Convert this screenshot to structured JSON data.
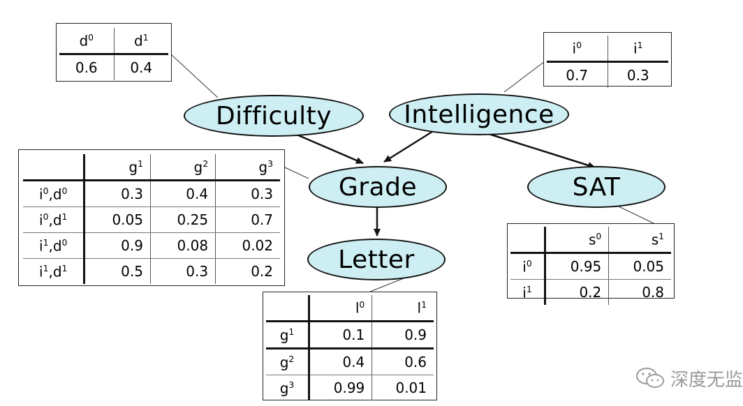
{
  "nodes": {
    "difficulty": "Difficulty",
    "intelligence": "Intelligence",
    "grade": "Grade",
    "sat": "SAT",
    "letter": "Letter"
  },
  "colors": {
    "node_fill": "#cdeef2",
    "line": "#111111"
  },
  "cpt_difficulty": {
    "headers": [
      [
        "d",
        "0"
      ],
      [
        "d",
        "1"
      ]
    ],
    "values": [
      "0.6",
      "0.4"
    ]
  },
  "cpt_intelligence": {
    "headers": [
      [
        "i",
        "0"
      ],
      [
        "i",
        "1"
      ]
    ],
    "values": [
      "0.7",
      "0.3"
    ]
  },
  "cpt_grade": {
    "headers": [
      [
        "g",
        "1"
      ],
      [
        "g",
        "2"
      ],
      [
        "g",
        "3"
      ]
    ],
    "rows": [
      {
        "label": [
          [
            "i",
            "0"
          ],
          [
            "d",
            "0"
          ]
        ],
        "values": [
          "0.3",
          "0.4",
          "0.3"
        ]
      },
      {
        "label": [
          [
            "i",
            "0"
          ],
          [
            "d",
            "1"
          ]
        ],
        "values": [
          "0.05",
          "0.25",
          "0.7"
        ]
      },
      {
        "label": [
          [
            "i",
            "1"
          ],
          [
            "d",
            "0"
          ]
        ],
        "values": [
          "0.9",
          "0.08",
          "0.02"
        ]
      },
      {
        "label": [
          [
            "i",
            "1"
          ],
          [
            "d",
            "1"
          ]
        ],
        "values": [
          "0.5",
          "0.3",
          "0.2"
        ]
      }
    ]
  },
  "cpt_sat": {
    "headers": [
      [
        "s",
        "0"
      ],
      [
        "s",
        "1"
      ]
    ],
    "rows": [
      {
        "label": [
          [
            "i",
            "0"
          ]
        ],
        "values": [
          "0.95",
          "0.05"
        ]
      },
      {
        "label": [
          [
            "i",
            "1"
          ]
        ],
        "values": [
          "0.2",
          "0.8"
        ]
      }
    ]
  },
  "cpt_letter": {
    "headers": [
      [
        "l",
        "0"
      ],
      [
        "l",
        "1"
      ]
    ],
    "rows": [
      {
        "label": [
          [
            "g",
            "1"
          ]
        ],
        "values": [
          "0.1",
          "0.9"
        ]
      },
      {
        "label": [
          [
            "g",
            "2"
          ]
        ],
        "values": [
          "0.4",
          "0.6"
        ]
      },
      {
        "label": [
          [
            "g",
            "3"
          ]
        ],
        "values": [
          "0.99",
          "0.01"
        ]
      }
    ]
  },
  "watermark": {
    "text": "深度无监",
    "icon": "wechat-icon"
  }
}
